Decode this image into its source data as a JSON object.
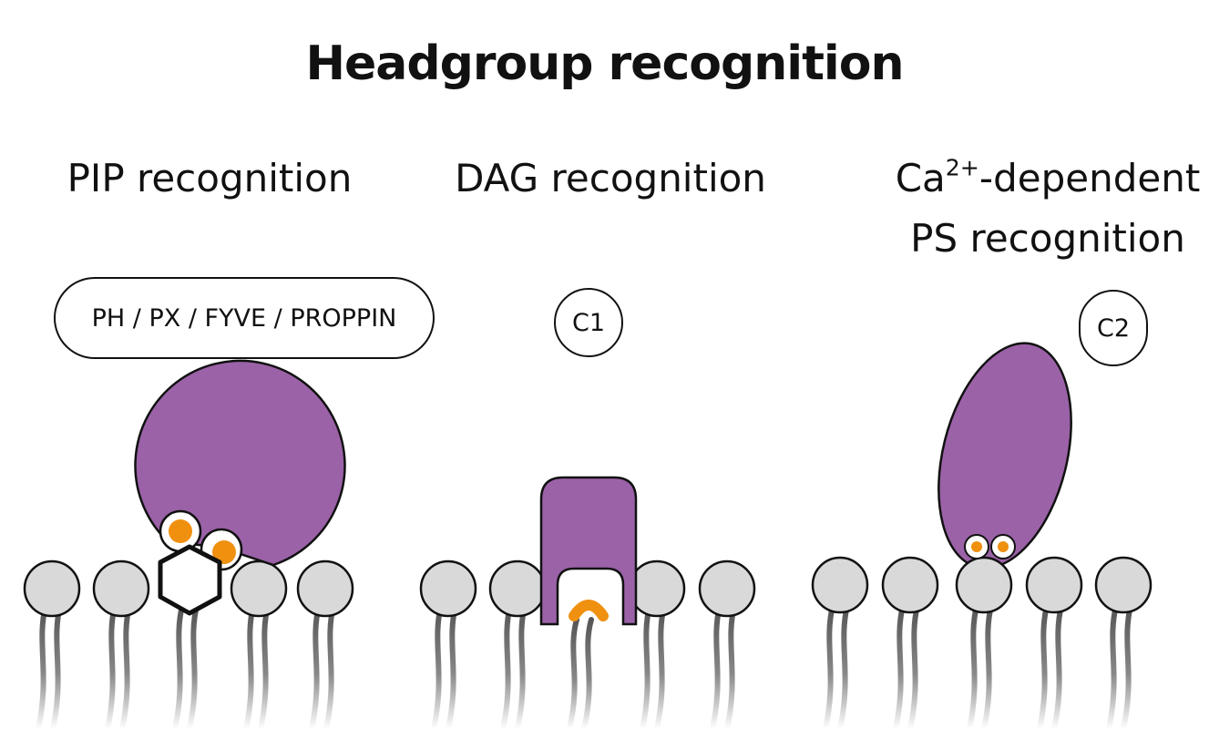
{
  "title": "Headgroup recognition",
  "panels": [
    {
      "label": "PIP recognition",
      "domain": "PH / PX / FYVE / PROPPIN"
    },
    {
      "label": "DAG recognition",
      "domain": "C1"
    },
    {
      "label_pre": "Ca",
      "label_sup": "2+",
      "label_post": "-dependent",
      "label_line2": "PS recognition",
      "domain": "C2"
    }
  ],
  "colors": {
    "protein": "#9b62a8",
    "ion": "#f0900f",
    "lipid_head": "#d9d9d9",
    "outline": "#111111"
  }
}
